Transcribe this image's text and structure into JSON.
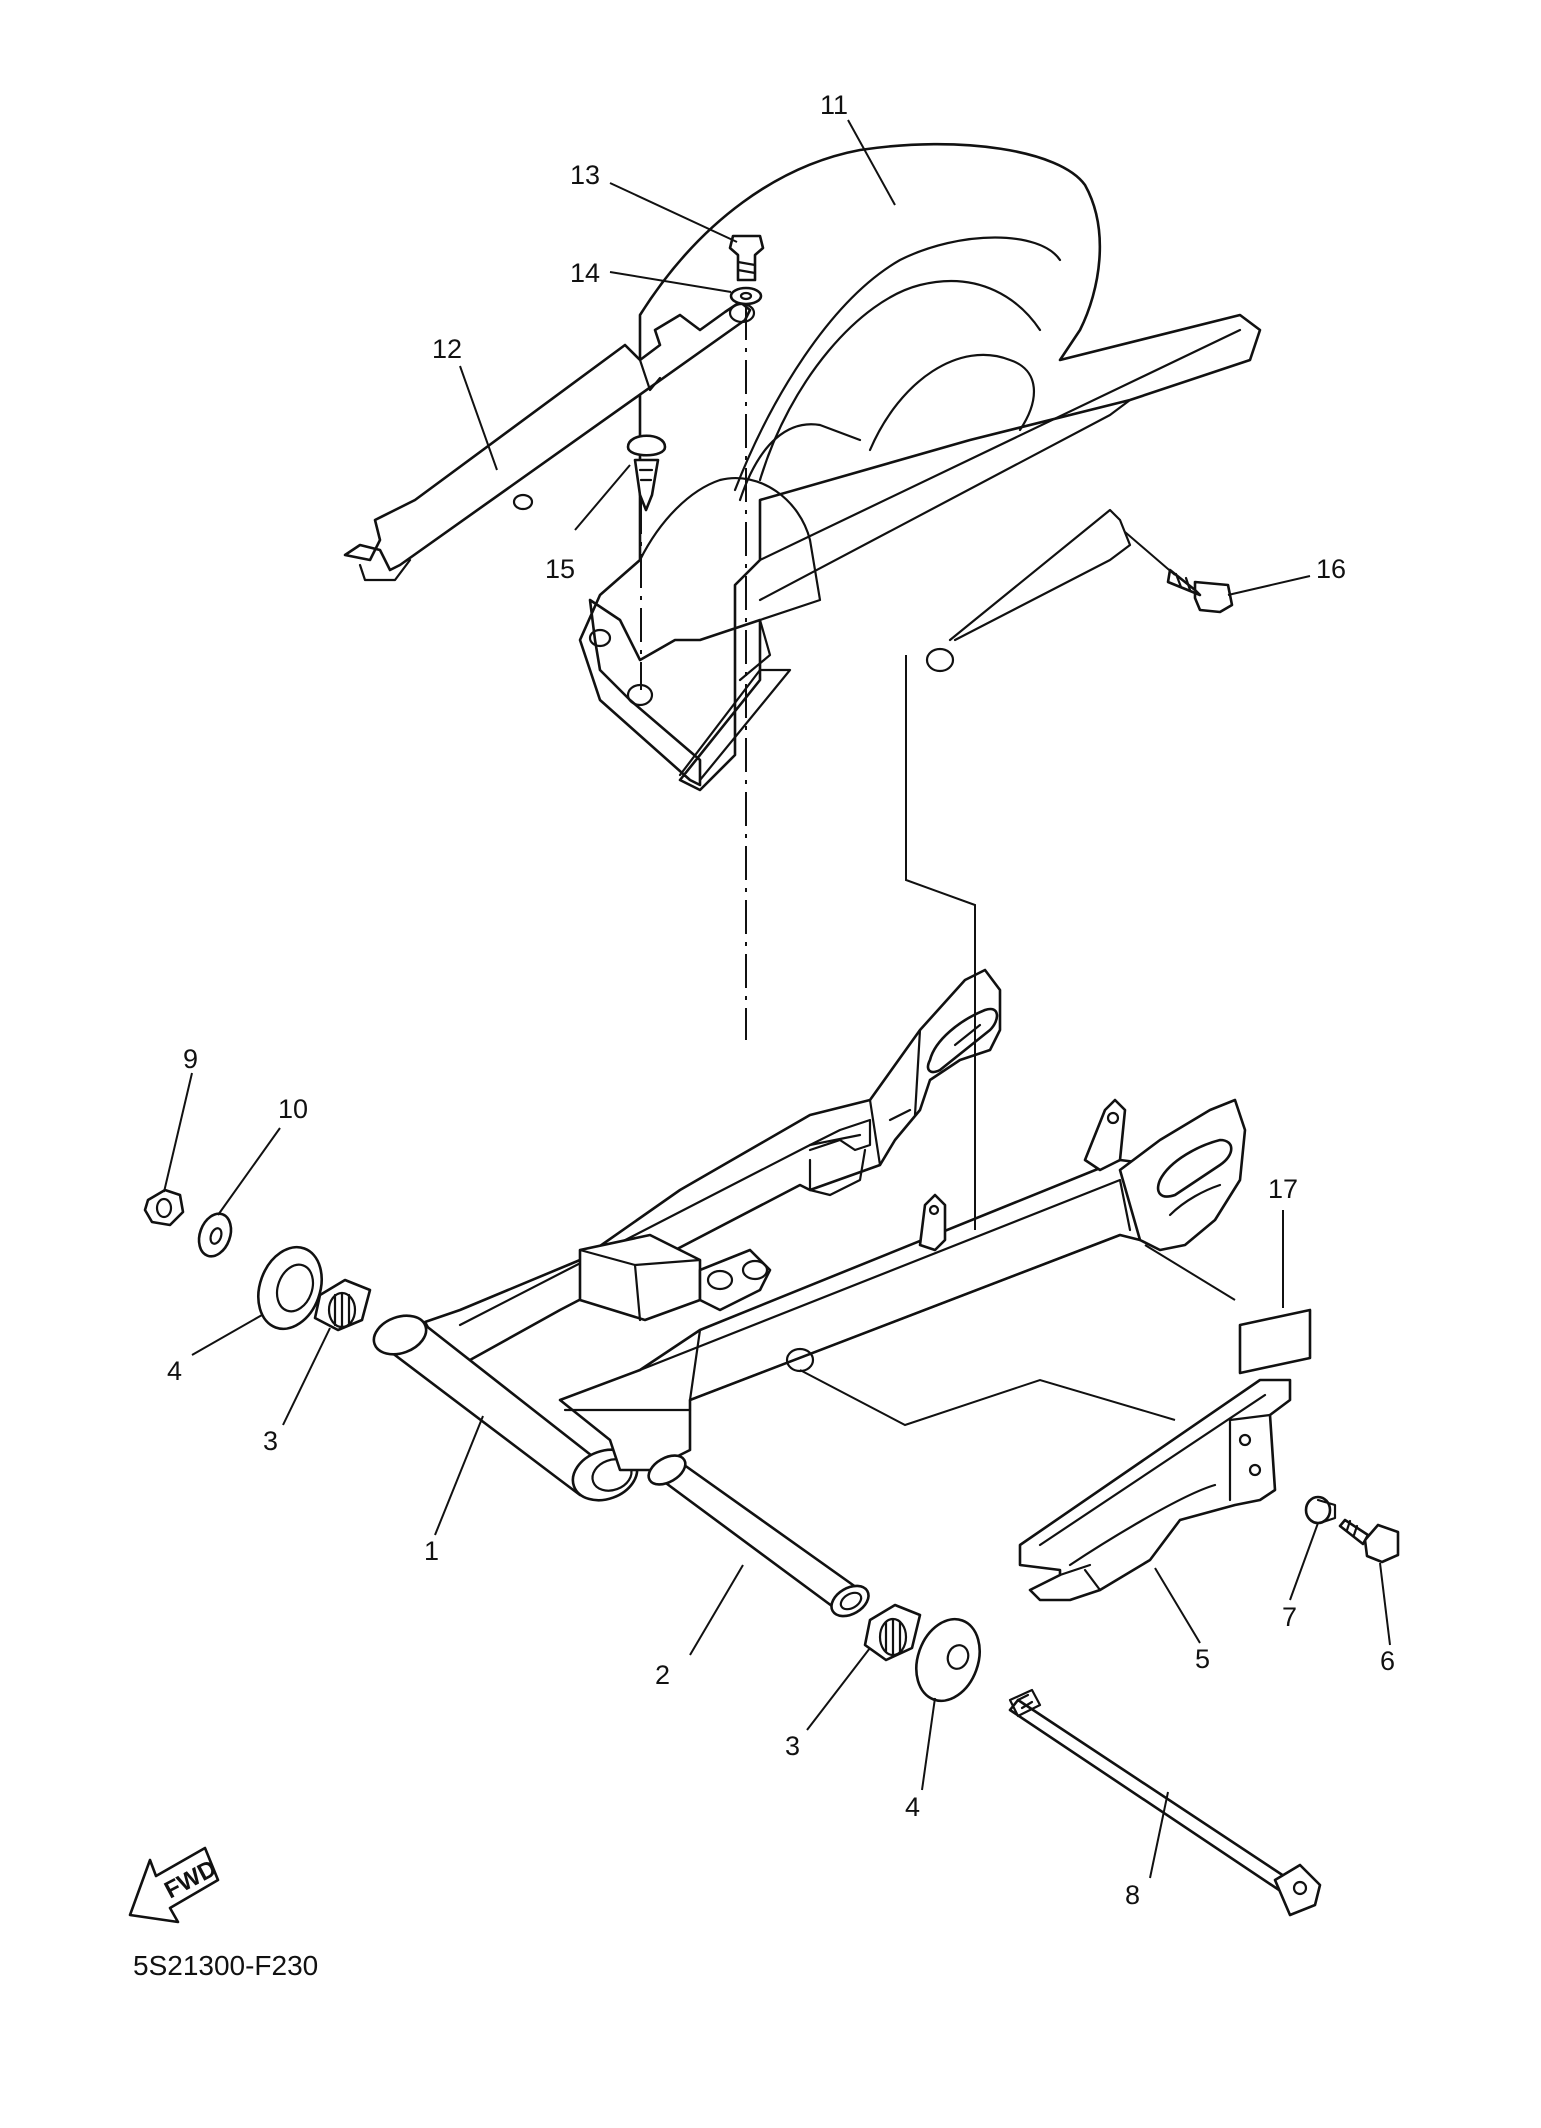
{
  "diagram": {
    "code": "5S21300-F230",
    "direction_label": "FWD",
    "callouts": [
      {
        "id": "c1",
        "label": "1"
      },
      {
        "id": "c2",
        "label": "2"
      },
      {
        "id": "c3a",
        "label": "3"
      },
      {
        "id": "c3b",
        "label": "3"
      },
      {
        "id": "c4a",
        "label": "4"
      },
      {
        "id": "c4b",
        "label": "4"
      },
      {
        "id": "c5",
        "label": "5"
      },
      {
        "id": "c6",
        "label": "6"
      },
      {
        "id": "c7",
        "label": "7"
      },
      {
        "id": "c8",
        "label": "8"
      },
      {
        "id": "c9",
        "label": "9"
      },
      {
        "id": "c10",
        "label": "10"
      },
      {
        "id": "c11",
        "label": "11"
      },
      {
        "id": "c12",
        "label": "12"
      },
      {
        "id": "c13",
        "label": "13"
      },
      {
        "id": "c14",
        "label": "14"
      },
      {
        "id": "c15",
        "label": "15"
      },
      {
        "id": "c16",
        "label": "16"
      },
      {
        "id": "c17",
        "label": "17"
      }
    ]
  }
}
